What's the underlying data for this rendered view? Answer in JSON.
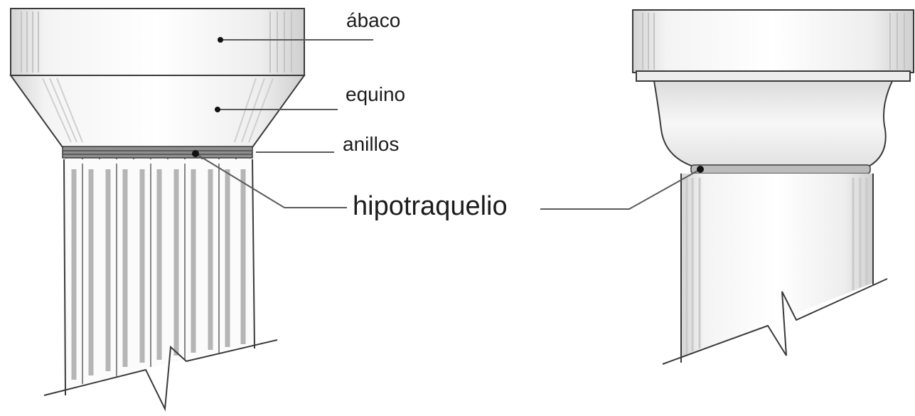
{
  "labels": {
    "abacus": "ábaco",
    "echinus": "equino",
    "annulets": "anillos",
    "hypotrachelium": "hipotraquelio"
  },
  "colors": {
    "ink": "#1c1c1c",
    "leader": "#5a5a5a",
    "shading": "#c8c8c8"
  }
}
